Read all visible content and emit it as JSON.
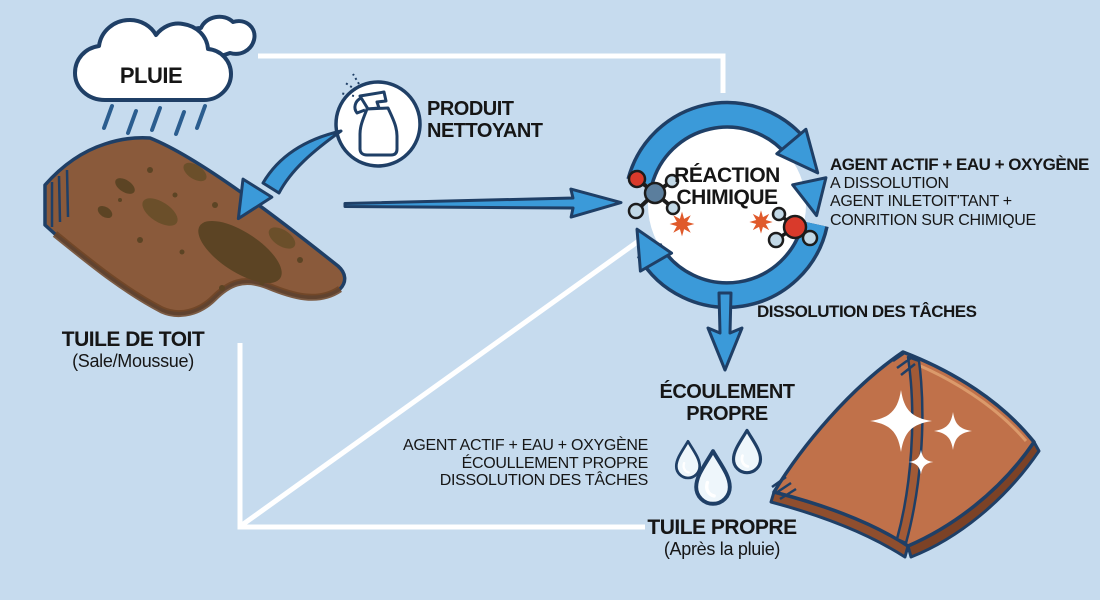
{
  "diagram": {
    "background_color": "#c6dbee",
    "cloud": {
      "label": "PLUIE"
    },
    "cleaner": {
      "line1": "PRODUIT",
      "line2": "NETTOYANT"
    },
    "dirty_tile": {
      "title": "TUILE DE TOIT",
      "subtitle": "(Sale/Moussue)"
    },
    "reaction": {
      "line1": "RÉACTION",
      "line2": "CHIMIQUE",
      "notes": {
        "line1": "AGENT ACTIF + EAU + OXYGÈNE",
        "line2": "A DISSOLUTION",
        "line3": "AGENT INLETOIT'TANT +",
        "line4": "CONRITION SUR CHIMIQUE"
      }
    },
    "dissolution": {
      "label": "DISSOLUTION DES TÂCHES"
    },
    "runoff": {
      "line1": "ÉCOULEMENT",
      "line2": "PROPRE"
    },
    "summary": {
      "line1": "AGENT ACTIF + EAU + OXYGÈNE",
      "line2": "ÉCOULLEMENT PROPRE",
      "line3": "DISSOLUTION DES TÂCHES"
    },
    "clean_tile": {
      "title": "TUILE PROPRE",
      "subtitle": "(Après la pluie)"
    },
    "icons": {
      "rain_cloud": "cloud-with-rain",
      "spray_bottle": "trigger-spray-bottle-in-circle",
      "reaction_cycle": "circular-blue-arrows",
      "molecules": "ball-and-stick-molecules",
      "starbursts": "orange-reaction-bursts",
      "water_drops": "three-droplets",
      "sparkles": "four-point-sparkles"
    },
    "colors": {
      "background": "#c6dbee",
      "outline_navy": "#1f3f66",
      "arrow_blue": "#3b9ad9",
      "tile_dirty": "#8a5a3b",
      "moss": "#5c4424",
      "tile_clean": "#c0714a",
      "tile_clean_side": "#8f4e2e",
      "ridge_strip": "#a25a36",
      "atom_red": "#d93a2b",
      "atom_steel": "#5b7e9d",
      "atom_light": "#c2d8e6",
      "starburst": "#e05a2b",
      "connector_white": "#ffffff",
      "text": "#161616"
    }
  }
}
